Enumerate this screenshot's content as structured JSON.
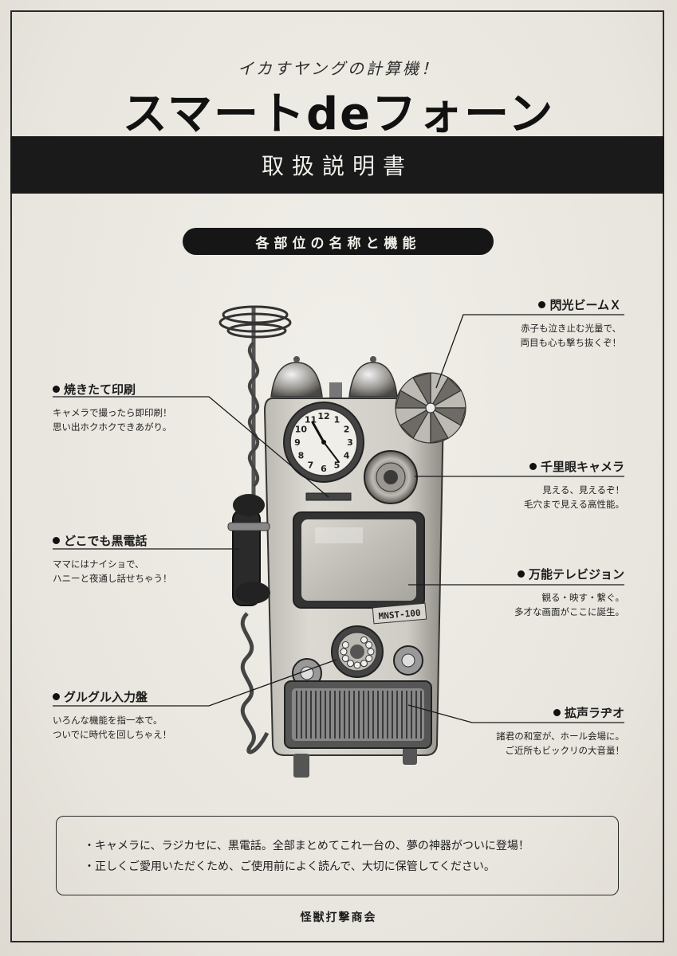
{
  "header": {
    "subtitle": "イカすヤングの計算機！",
    "title": "スマートdeフォーン",
    "band_label": "取扱説明書",
    "section_label": "各部位の名称と機能"
  },
  "device": {
    "model_plate": "MNST-100",
    "clock_numbers": [
      "12",
      "1",
      "2",
      "3",
      "4",
      "5",
      "6",
      "7",
      "8",
      "9",
      "10",
      "11"
    ]
  },
  "parts": {
    "beam": {
      "name": "閃光ビームＸ",
      "desc1": "赤子も泣き止む光量で、",
      "desc2": "両目も心も撃ち抜くぞ！"
    },
    "print": {
      "name": "焼きたて印刷",
      "desc1": "キャメラで撮ったら即印刷！",
      "desc2": "思い出ホクホクできあがり。"
    },
    "camera": {
      "name": "千里眼キャメラ",
      "desc1": "見える、見えるぞ！",
      "desc2": "毛穴まで見える高性能。"
    },
    "phone": {
      "name": "どこでも黒電話",
      "desc1": "ママにはナイショで、",
      "desc2": "ハニーと夜通し話せちゃう！"
    },
    "tv": {
      "name": "万能テレビジョン",
      "desc1": "観る・映す・繋ぐ。",
      "desc2": "多才な画面がここに誕生。"
    },
    "dial": {
      "name": "グルグル入力盤",
      "desc1": "いろんな機能を指一本で。",
      "desc2": "ついでに時代を回しちゃえ！"
    },
    "radio": {
      "name": "拡声ラヂオ",
      "desc1": "諸君の和室が、ホール会場に。",
      "desc2": "ご近所もビックリの大音量！"
    }
  },
  "notice": {
    "line1": "・キャメラに、ラジカセに、黒電話。全部まとめてこれ一台の、夢の神器がついに登場！",
    "line2": "・正しくご愛用いただくため、ご使用前によく読んで、大切に保管してください。"
  },
  "footer": {
    "publisher": "怪獣打撃商会"
  },
  "colors": {
    "paper": "#ece9e2",
    "ink": "#1a1a1a",
    "band": "#1a1a1a"
  }
}
